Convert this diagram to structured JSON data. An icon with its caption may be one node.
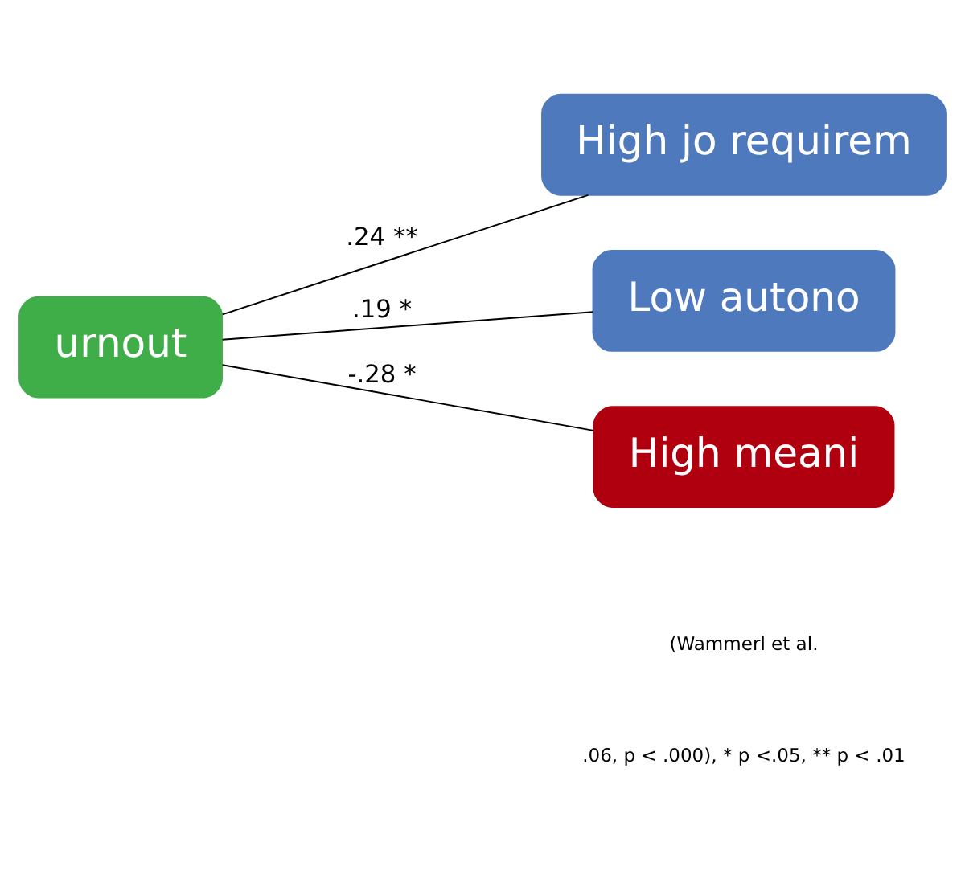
{
  "diagram": {
    "nodes": [
      {
        "text": [
          "urnout"
        ]
      },
      {
        "text": [
          "High jo requirem"
        ]
      },
      {
        "text": [
          "Low autono"
        ]
      },
      {
        "text": [
          "High meani"
        ]
      }
    ],
    "edges": [
      {
        "from": 0,
        "to": 1,
        "arrow": "none",
        "label": ".24 **"
      },
      {
        "from": 0,
        "to": 2,
        "arrow": "none",
        "label": ".19 *"
      },
      {
        "from": 0,
        "to": 3,
        "arrow": "none",
        "label": "-.28 *"
      }
    ],
    "labels": [
      ".06, p < .000), * p <.05, ** p < .01",
      "(Wammerl et al."
    ]
  }
}
